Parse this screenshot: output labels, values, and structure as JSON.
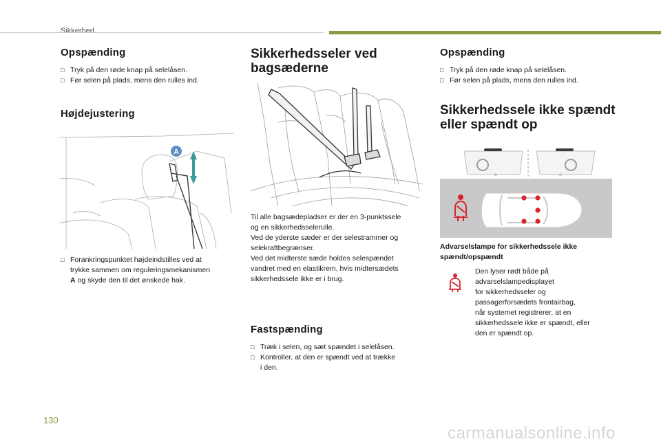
{
  "header": {
    "section": "Sikkerhed"
  },
  "page_number": "130",
  "watermark": "carmanualsonline.info",
  "col1": {
    "h_buckle": "Opspænding",
    "buckle_bullets": [
      "Tryk på den røde knap på selelåsen.",
      "Før selen på plads, mens den rulles ind."
    ],
    "h_height": "Højdejustering",
    "figure_label": "A",
    "height_bullet_lines": [
      "Forankringspunktet højdeindstilles ved at",
      "trykke sammen om reguleringsmekanismen",
      "og skyde den til det ønskede hak."
    ],
    "height_bold": "A"
  },
  "col2": {
    "title_lines": [
      "Sikkerhedsseler ved",
      "bagsæderne"
    ],
    "para_lines": [
      "Til alle bagsædepladser er der en 3-punktssele",
      "og en sikkerhedsselerulle.",
      "Ved de yderste sæder er der selestrammer og",
      "selekraftbegrænser.",
      "Ved det midterste sæde holdes selespændet",
      "vandret med en elastikrem, hvis midtersædets",
      "sikkerhedssele ikke er i brug."
    ],
    "h_fasten": "Fastspænding",
    "fasten_bullets": [
      [
        "Træk i selen, og sæt spændet i selelåsen."
      ],
      [
        "Kontroller, at den er spændt ved at trække",
        "i den."
      ]
    ]
  },
  "col3": {
    "h_buckle": "Opspænding",
    "buckle_bullets": [
      "Tryk på den røde knap på selelåsen.",
      "Før selen på plads, mens den rulles ind."
    ],
    "title_lines": [
      "Sikkerhedssele ikke spændt",
      "eller spændt op"
    ],
    "caption_lines": [
      "Advarselslampe for sikkerhedssele ikke",
      "spændt/opspændt"
    ],
    "warn_lines": [
      "Den lyser rødt både på",
      "advarselslampedisplayet",
      "for sikkerhedsseler og",
      "passagerforsædets frontairbag,",
      "når systemet registrerer, at en",
      "sikkerhedssele ikke er spændt, eller",
      "den er spændt op."
    ]
  },
  "colors": {
    "accent": "#8b9a3c",
    "warning_red": "#d9232e",
    "panel_grey": "#c9c9c9",
    "figure_blue": "#5f8fc4"
  },
  "icons": {
    "bullet": "checkbox-bullet-icon",
    "seatbelt_warning": "seatbelt-warning-icon"
  }
}
